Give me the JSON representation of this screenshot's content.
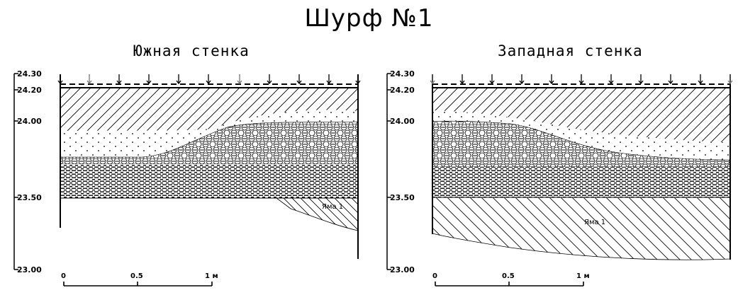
{
  "title": "Шурф №1",
  "walls": [
    {
      "title": "Южная стенка",
      "elevation_ticks": [
        "24.30",
        "24.20",
        "24.00",
        "23.50",
        "23.00"
      ],
      "scale_labels": [
        "0",
        "0.5",
        "1 м"
      ],
      "pit_label": "Яма 1"
    },
    {
      "title": "Западная стенка",
      "elevation_ticks": [
        "24.30",
        "24.20",
        "24.00",
        "23.50",
        "23.00"
      ],
      "scale_labels": [
        "0",
        "0.5",
        "1 м"
      ],
      "pit_label": "Яма 1"
    }
  ]
}
